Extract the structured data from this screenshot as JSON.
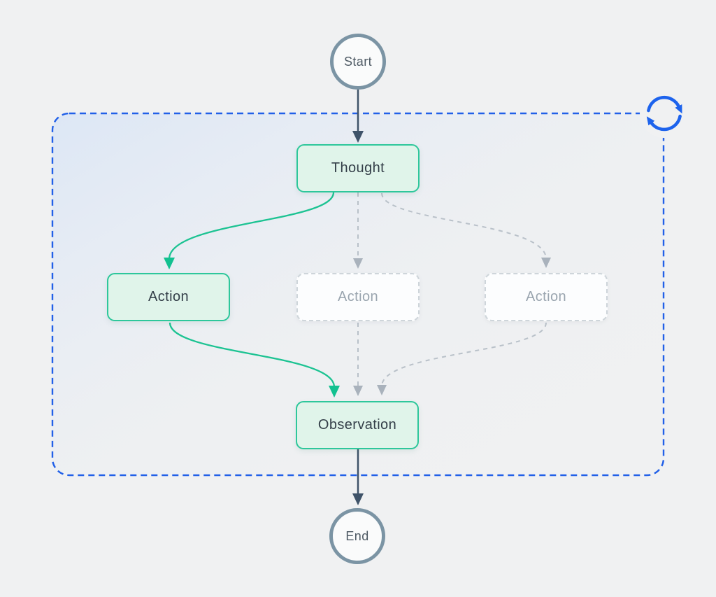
{
  "diagram": {
    "type": "flowchart",
    "nodes": [
      {
        "id": "start",
        "label": "Start",
        "kind": "terminal-circle"
      },
      {
        "id": "thought",
        "label": "Thought",
        "kind": "highlighted-box"
      },
      {
        "id": "action_left",
        "label": "Action",
        "kind": "highlighted-box"
      },
      {
        "id": "action_middle",
        "label": "Action",
        "kind": "ghost-box"
      },
      {
        "id": "action_right",
        "label": "Action",
        "kind": "ghost-box"
      },
      {
        "id": "observation",
        "label": "Observation",
        "kind": "highlighted-box"
      },
      {
        "id": "end",
        "label": "End",
        "kind": "terminal-circle"
      }
    ],
    "edges": [
      {
        "from": "start",
        "to": "thought",
        "style": "solid-dark"
      },
      {
        "from": "thought",
        "to": "action_left",
        "style": "solid-green"
      },
      {
        "from": "thought",
        "to": "action_middle",
        "style": "dashed-gray"
      },
      {
        "from": "thought",
        "to": "action_right",
        "style": "dashed-gray"
      },
      {
        "from": "action_left",
        "to": "observation",
        "style": "solid-green"
      },
      {
        "from": "action_middle",
        "to": "observation",
        "style": "dashed-gray"
      },
      {
        "from": "action_right",
        "to": "observation",
        "style": "dashed-gray"
      },
      {
        "from": "observation",
        "to": "end",
        "style": "solid-dark"
      }
    ],
    "loop_container": {
      "style": "dashed-rounded-rect",
      "icon": "sync-loop-icon",
      "border_color": "#2160e8"
    },
    "colors": {
      "background": "#f0f1f2",
      "panel_tint": "#dce7f6",
      "node_fill": "#e0f4ea",
      "node_border": "#2ec79b",
      "node_text": "#333e48",
      "ghost_fill": "#fcfdfe",
      "ghost_border": "#ced5da",
      "ghost_text": "#9aa5af",
      "terminal_border": "#7b94a4",
      "terminal_text": "#4e5a64",
      "dark_arrow": "#3f5369",
      "green_arrow": "#1cc392",
      "gray_arrow": "#a9b2bc",
      "loop_blue": "#1d63ed"
    }
  }
}
